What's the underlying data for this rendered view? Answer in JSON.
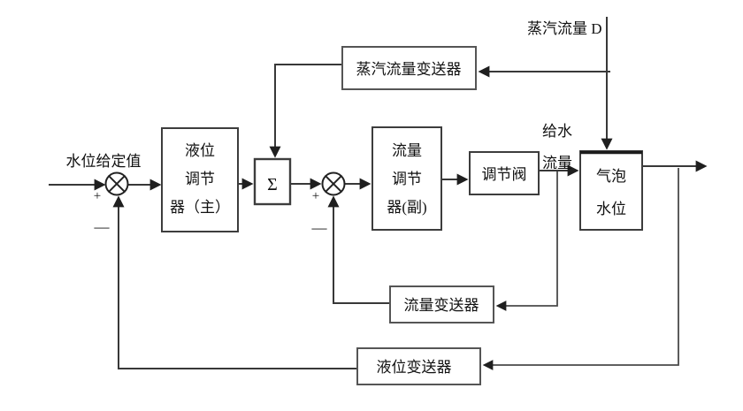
{
  "colors": {
    "background": "#ffffff",
    "line": "#383838",
    "text": "#111111"
  },
  "labels": {
    "setpoint": "水位给定值",
    "steam_flow": "蒸汽流量 D",
    "feedwater_line1": "给水",
    "feedwater_line2": "流量",
    "sigma": "Σ",
    "sum1_plus": "+",
    "sum1_minus": "—",
    "sum2_plus": "+",
    "sum2_minus": "—"
  },
  "blocks": {
    "steam_flow_transmitter": {
      "label": "蒸汽流量变送器"
    },
    "level_controller": {
      "line1": "液位",
      "line2": "调节",
      "line3": "器（主）"
    },
    "flow_controller": {
      "line1": "流量",
      "line2": "调节",
      "line3": "器(副)"
    },
    "control_valve": {
      "label": "调节阀"
    },
    "drum_water_level": {
      "line1": "气泡",
      "line2": "水位"
    },
    "flow_transmitter": {
      "label": "流量变送器"
    },
    "level_transmitter": {
      "label": "液位变送器"
    }
  }
}
